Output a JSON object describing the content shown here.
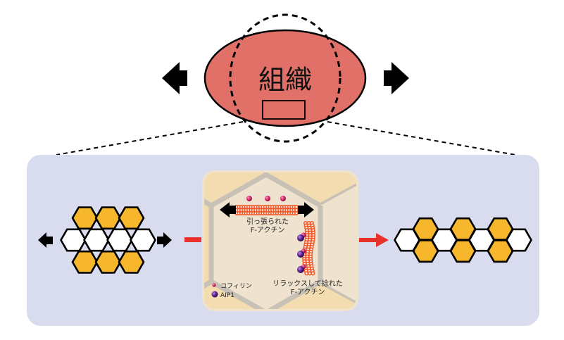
{
  "tissue": {
    "label": "組織",
    "fill_color": "#e07068"
  },
  "colors": {
    "panel_bg": "#d9dbee",
    "cell_box_bg": "#f3dcb0",
    "cell_inner_bg": "#efe3cf",
    "cell_border": "#c8c2b6",
    "hex_yellow": "#f6b72c",
    "hex_white": "#ffffff",
    "red_arrow": "#e8312a",
    "actin": "#f05a2a",
    "cofilin": "#d0246a",
    "aip1": "#5a1e8c"
  },
  "cell_detail": {
    "stretched_label_line1": "引っ張られた",
    "stretched_label_line2": "F-アクチン",
    "relaxed_label_line1": "リラックスして捻れた",
    "relaxed_label_line2": "F-アクチン"
  },
  "legend": {
    "items": [
      {
        "name": "cofilin",
        "label": "コフィリン"
      },
      {
        "name": "aip1",
        "label": "AIP1"
      }
    ]
  }
}
